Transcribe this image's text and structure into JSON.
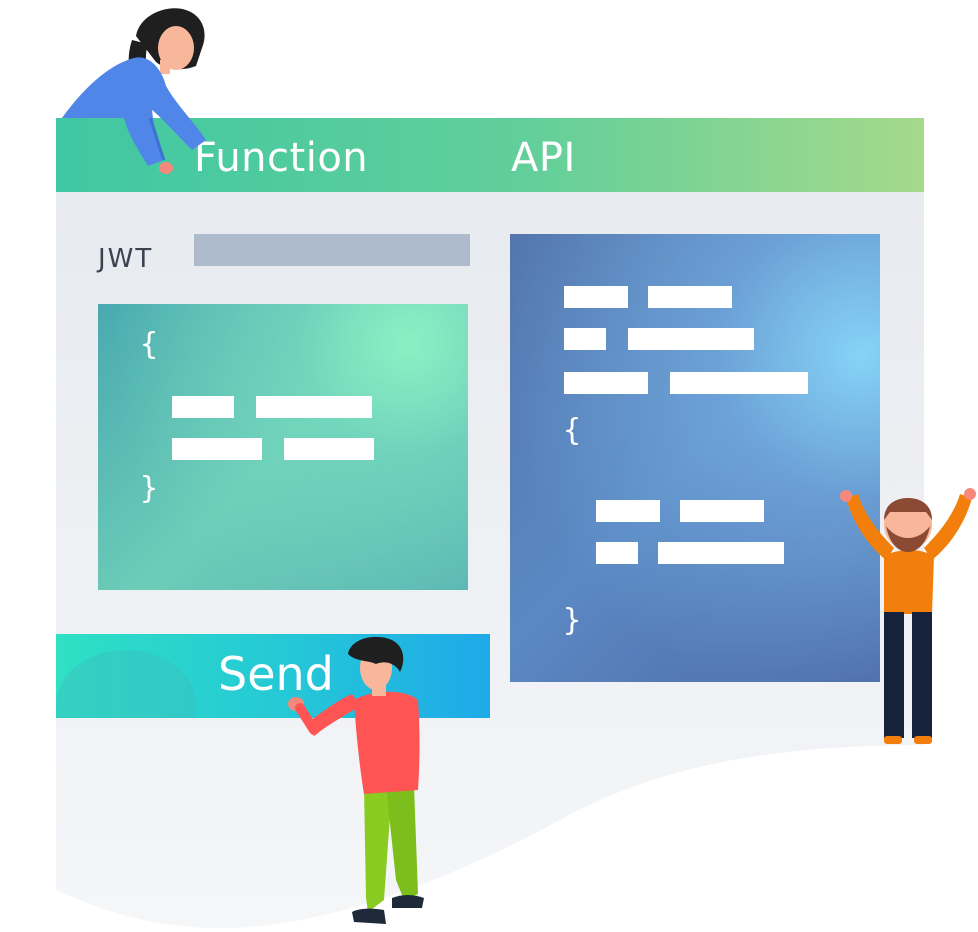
{
  "header": {
    "tabs": [
      {
        "label": "Function"
      },
      {
        "label": "API"
      }
    ]
  },
  "form": {
    "jwt_label": "JWT",
    "jwt_value": ""
  },
  "request_panel": {
    "open_brace": "{",
    "close_brace": "}"
  },
  "response_panel": {
    "open_brace": "{",
    "close_brace": "}"
  },
  "send_button": {
    "label": "Send"
  },
  "colors": {
    "header_start": "#3fc7a3",
    "header_end": "#a5d98b",
    "send_start": "#2fe0c3",
    "send_end": "#1fa9e9",
    "jwt_field": "#aebbcd",
    "person_shirt_blue": "#4f86e8",
    "person_shirt_red": "#ff5454",
    "person_shirt_orange": "#f27f0c"
  }
}
